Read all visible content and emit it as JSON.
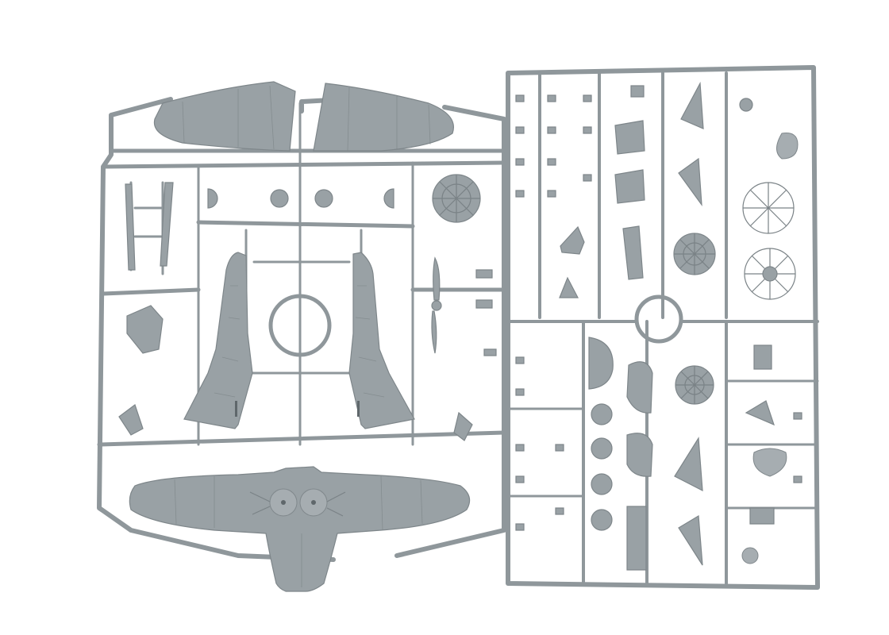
{
  "image": {
    "background_color": "#ffffff",
    "plastic_color": "#99a1a5",
    "frame_color": "#8f979b"
  },
  "sprues": [
    {
      "id": "left-sprue",
      "parts": [
        "upper-wing-left",
        "upper-wing-right",
        "fuselage-half-left",
        "fuselage-half-right",
        "lower-wing",
        "propeller",
        "cowling-front"
      ]
    },
    {
      "id": "right-sprue",
      "parts": [
        "wheels",
        "engine-cylinders",
        "tailplanes",
        "seat",
        "undercarriage-struts",
        "small-details"
      ]
    }
  ]
}
